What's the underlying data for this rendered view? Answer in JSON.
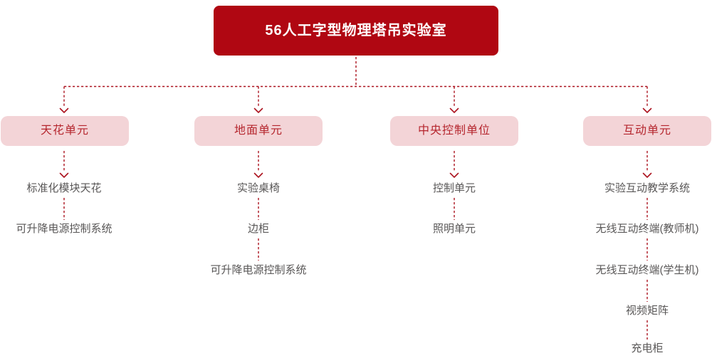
{
  "root": {
    "title": "56人工字型物理塔吊实验室"
  },
  "columns": [
    {
      "label": "天花单元",
      "items": [
        "标准化模块天花",
        "可升降电源控制系统"
      ]
    },
    {
      "label": "地面单元",
      "items": [
        "实验桌椅",
        "边柜",
        "可升降电源控制系统"
      ]
    },
    {
      "label": "中央控制单位",
      "items": [
        "控制单元",
        "照明单元"
      ]
    },
    {
      "label": "互动单元",
      "items": [
        "实验互动教学系统",
        "无线互动终端(教师机)",
        "无线互动终端(学生机)",
        "视频矩阵",
        "充电柜"
      ]
    }
  ],
  "colors": {
    "root_bg": "#B00712",
    "root_text": "#FFFFFF",
    "branch_bg": "#F3D4D7",
    "branch_text": "#B5262E",
    "connector_line": "#AC1420",
    "item_text": "#595757"
  }
}
